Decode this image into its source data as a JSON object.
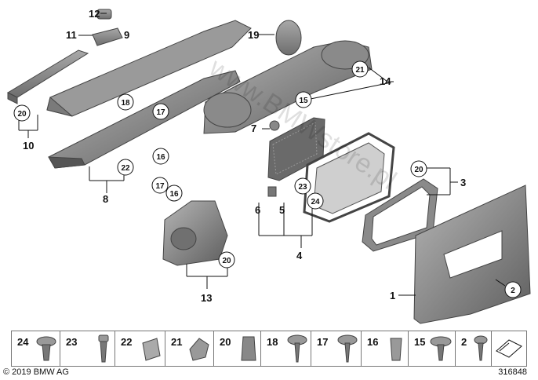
{
  "diagram": {
    "labels": {
      "n1": "1",
      "n2": "2",
      "n3": "3",
      "n4": "4",
      "n5": "5",
      "n6": "6",
      "n7": "7",
      "n8": "8",
      "n9": "9",
      "n10": "10",
      "n11": "11",
      "n12": "12",
      "n13": "13",
      "n14": "14",
      "n15": "15",
      "n16": "16",
      "n17": "17",
      "n18": "18",
      "n19": "19",
      "n20": "20",
      "n21": "21",
      "n22": "22",
      "n23": "23",
      "n24": "24"
    },
    "watermark": "www.BMWstore.pl"
  },
  "parts_tray": [
    "24",
    "23",
    "22",
    "21",
    "20",
    "18",
    "17",
    "16",
    "15",
    "2"
  ],
  "footer": {
    "copyright": "© 2019 BMW AG",
    "diagram_number": "316848"
  }
}
